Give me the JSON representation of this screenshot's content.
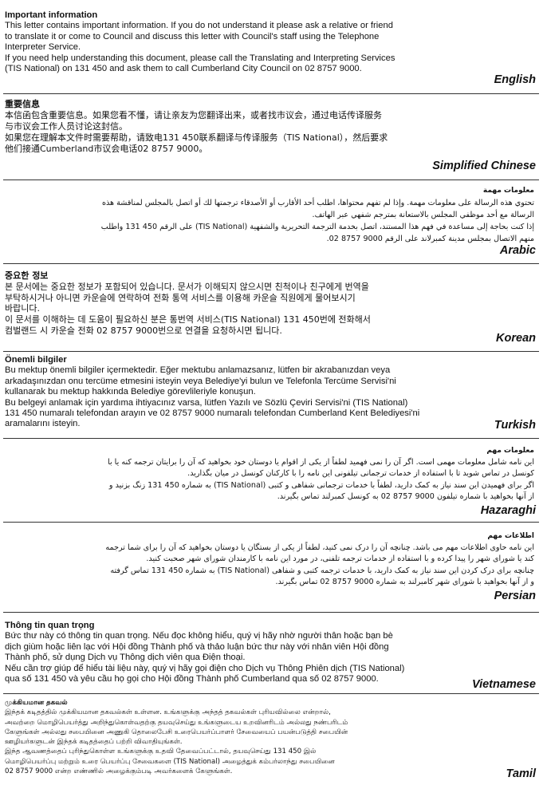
{
  "sections": [
    {
      "language": "English",
      "title": "Important information",
      "lines": [
        "This letter contains important information. If you do not understand it please ask a relative or friend",
        "to translate it or come to Council and discuss this letter with Council's staff using the Telephone",
        "Interpreter Service.",
        "If you need help understanding this document, please call the Translating and Interpreting Services",
        "(TIS National) on 131 450 and ask them to call Cumberland City Council on 02 8757 9000."
      ]
    },
    {
      "language": "Simplified Chinese",
      "title": "重要信息",
      "lines": [
        "本信函包含重要信息。如果您看不懂，请让亲友为您翻译出来，或者找市议会，通过电话传译服务",
        "与市议会工作人员讨论这封信。",
        "如果您在理解本文件时需要帮助，请致电131 450联系翻译与传译服务（TIS National），然后要求",
        "他们接通Cumberland市议会电话02 8757 9000。"
      ]
    },
    {
      "language": "Arabic",
      "title": "معلومات مهمة",
      "lines": [
        "تحتوي هذه الرسالة على معلومات مهمة. وإذا لم تفهم محتواها، اطلب أحد الأقارب أو الأصدقاء ترجمتها لك أو اتصل بالمجلس لمناقشة هذه",
        "الرسالة مع أحد موظفي المجلس بالاستعانة بمترجم شفهي عبر الهاتف.",
        "إذا كنت بحاجة إلى مساعدة في فهم هذا المستند، اتصل بخدمة الترجمة التحريرية والشفهية (TIS National) على الرقم 450 131 واطلب",
        "منهم الاتصال بمجلس مدينة كمبرلاند على الرقم 9000 8757 02."
      ]
    },
    {
      "language": "Korean",
      "title": "중요한 정보",
      "lines": [
        "본 문서에는 중요한 정보가 포함되어 있습니다. 문서가 이해되지 않으시면 친척이나 친구에게 번역을",
        "부탁하시거나 아니면 카운슬에 연락하여 전화 통역 서비스를 이용해 카운슬 직원에게 물어보시기",
        "바랍니다.",
        "이 문서를 이해하는 데 도움이 필요하신 분은 통번역 서비스(TIS National) 131 450번에 전화해서",
        "컴벌랜드 시 카운슬 전화 02 8757 9000번으로 연결을 요청하시면 됩니다."
      ]
    },
    {
      "language": "Turkish",
      "title": "Önemli bilgiler",
      "lines": [
        "Bu mektup önemli bilgiler içermektedir. Eğer mektubu anlamazsanız, lütfen bir akrabanızdan veya",
        "arkadaşınızdan onu tercüme etmesini isteyin veya Belediye'yi bulun ve Telefonla Tercüme Servisi'ni",
        "kullanarak bu mektup hakkında Belediye görevlileriyle konuşun.",
        "Bu belgeyi anlamak için yardıma ihtiyacınız varsa, lütfen Yazılı ve Sözlü Çeviri Servisi'ni (TIS National)",
        "131 450 numaralı telefondan arayın ve 02 8757 9000 numaralı telefondan Cumberland Kent Belediyesi'ni",
        "aramalarını isteyin."
      ]
    },
    {
      "language": "Hazaraghi",
      "title": "معلومات مهم",
      "lines": [
        "این نامه شامل معلومات مهمی است. اگر آن را نمی فهمید لطفاً از یکی از اقوام یا دوستان خود بخواهید که آن را برایتان ترجمه کنه یا با",
        "کونسل در تماس شوید تا با استفاده از خدمات ترجمانی تیلفونی این نامه را با کارکنان کونسل در میان بگذارید.",
        "اگر برای فهمیدن این سند نیاز به کمک دارید، لطفاً با خدمات ترجمانی شفاهی و کتبی (TIS National) به شماره 450 131 زنگ بزنید و",
        "از آنها بخواهید با شماره تیلفون 9000 8757 02 به کونسل کمبرلند تماس بگیرند."
      ]
    },
    {
      "language": "Persian",
      "title": "اطلاعات مهم",
      "lines": [
        "این نامه حاوی اطلاعات مهم می باشد. چنانچه آن را درک نمی کنید، لطفاً از یکی از بستگان یا دوستان بخواهید که آن را برای شما ترجمه",
        "کند یا شورای شهر را پیدا کرده و با استفاده از خدمات ترجمه تلفنی، در مورد این نامه با کارمندان شورای شهر صحبت کنید.",
        "چنانچه برای درک کردن این سند نیاز به کمک دارید، با خدمات ترجمه کتبی و شفاهی (TIS National) به شماره 450 131 تماس گرفته",
        "و از آنها بخواهید با شورای شهر کامبرلند به شماره 9000 8757 02 تماس بگیرند."
      ]
    },
    {
      "language": "Vietnamese",
      "title": "Thông tin quan trọng",
      "lines": [
        "Bức thư này có thông tin quan trọng. Nếu đọc không hiểu, quý vị hãy nhờ người thân hoặc bạn bè",
        "dịch giùm hoặc liên lạc với Hội đồng Thành phố và thảo luận bức thư này với nhân viên Hội đồng",
        "Thành phố, sử dụng Dịch vụ Thông dịch viên qua Điện thoại.",
        "Nếu cần trợ giúp để hiểu tài liệu này, quý vị hãy gọi điện cho Dịch vụ Thông Phiên dịch (TIS National)",
        "qua số 131 450 và yêu cầu họ gọi cho Hội đồng Thành phố Cumberland qua số 02 8757 9000."
      ]
    },
    {
      "language": "Tamil",
      "title": "முக்கியமான தகவல்",
      "lines": [
        "இந்தக் கடிதத்தில் முக்கியமான தகவல்கள் உள்ளன. உங்களுக்கு அந்தத் தகவல்கள் புரியவில்லை என்றால்,",
        "அவற்றை மொழிபெயர்த்து அறிந்துகொள்வதற்கு தயவுசெய்து உங்களுடைய உறவினரிடம் அல்லது நண்பரிடம்",
        "கேளுங்கள் அல்லது சபையினை அணுகி தொலைபேசி உரைபெயர்ப்பாளர் சேவையைப் பயன்படுத்தி சபையின்",
        "ஊழியர்களுடன் இந்தக் கடிதத்தைப் பற்றி விவாதியுங்கள்.",
        "இந்த ஆவணத்தைப் புரிந்துகொள்ள உங்களுக்கு உதவி தேவைப்பட்டால், தயவுசெய்து 131 450 இல்",
        "மொழிபெயர்ப்பு மற்றும் உரை பெயர்ப்பு சேவைகளை (TIS National) அழைத்துக் கம்பர்லாந்து சபையினை",
        "02 8757 9000 என்ற எண்ணில் அழைக்கும்படி அவர்களைக் கேளுங்கள்."
      ]
    }
  ]
}
